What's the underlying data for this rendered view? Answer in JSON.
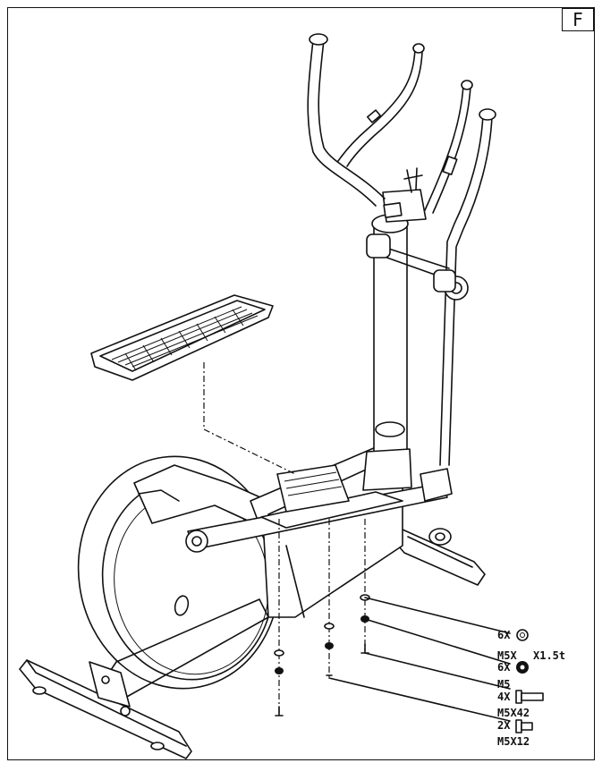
{
  "step_label": "F",
  "hardware": [
    {
      "qty": "6X",
      "size": "M5X",
      "extra": "X1.5t"
    },
    {
      "qty": "6X",
      "size": "M5",
      "extra": ""
    },
    {
      "qty": "4X",
      "size": "M5X42",
      "extra": ""
    },
    {
      "qty": "2X",
      "size": "M5X12",
      "extra": ""
    }
  ]
}
